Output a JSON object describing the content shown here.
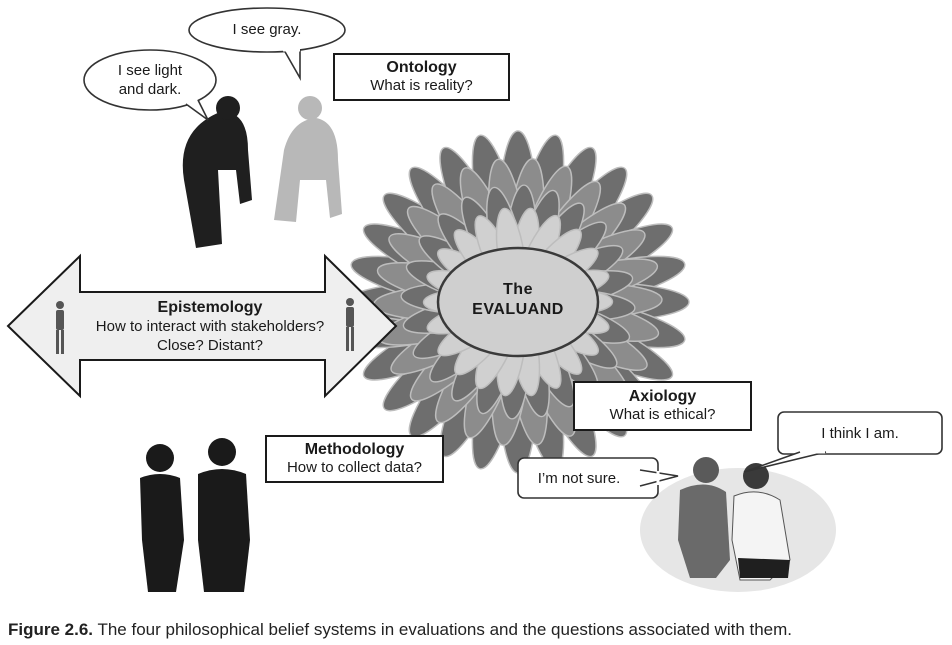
{
  "center": {
    "line1": "The",
    "line2": "EVALUAND"
  },
  "ontology": {
    "title": "Ontology",
    "question": "What is reality?"
  },
  "epistemology": {
    "title": "Epistemology",
    "line1": "How to interact with stakeholders?",
    "line2": "Close? Distant?"
  },
  "methodology": {
    "title": "Methodology",
    "question": "How to collect data?"
  },
  "axiology": {
    "title": "Axiology",
    "question": "What is ethical?"
  },
  "bubbles": {
    "gray": "I see gray.",
    "light_l1": "I see light",
    "light_l2": "and dark.",
    "think": "I think I am.",
    "not_sure": "I’m not sure."
  },
  "caption": {
    "label": "Figure 2.6.",
    "text": "The four philosophical belief systems in evaluations and the questions associated with them."
  },
  "colors": {
    "petal_dark": "#6e6e6e",
    "petal_mid": "#8c8c8c",
    "petal_light": "#d0d0d0",
    "center_fill": "#cfcfcf",
    "arrow_fill": "#efefef"
  }
}
